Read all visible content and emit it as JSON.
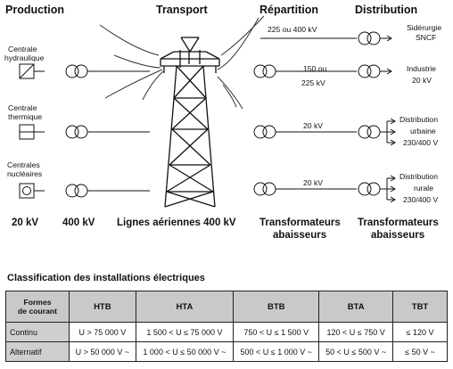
{
  "headers": {
    "production": "Production",
    "transport": "Transport",
    "repartition": "Répartition",
    "distribution": "Distribution"
  },
  "plants": {
    "hydro_line1": "Centrale",
    "hydro_line2": "hydraulique",
    "thermal_line1": "Centrale",
    "thermal_line2": "thermique",
    "nuclear_line1": "Centrales",
    "nuclear_line2": "nucléaires"
  },
  "lines": {
    "row1_voltage": "225 ou 400 kV",
    "row2_voltage_line1": "150 ou",
    "row2_voltage_line2": "225 kV",
    "row3_voltage": "20 kV",
    "row4_voltage": "20 kV"
  },
  "consumers": {
    "row1_line1": "Sidérurgie",
    "row1_line2": "SNCF",
    "row2_line1": "Industrie",
    "row2_line2": "20 kV",
    "row3_line1": "Distribution",
    "row3_line2": "urbaine",
    "row3_line3": "230/400 V",
    "row4_line1": "Distribution",
    "row4_line2": "rurale",
    "row4_line3": "230/400 V"
  },
  "bottom_labels": {
    "v20": "20 kV",
    "v400": "400 kV",
    "aerial": "Lignes aériennes 400 kV",
    "transfo1_line1": "Transformateurs",
    "transfo1_line2": "abaisseurs",
    "transfo2_line1": "Transformateurs",
    "transfo2_line2": "abaisseurs"
  },
  "table": {
    "title": "Classification des installations électriques",
    "header_first_line1": "Formes",
    "header_first_line2": "de courant",
    "columns": [
      "HTB",
      "HTA",
      "BTB",
      "BTA",
      "TBT"
    ],
    "rows": [
      {
        "label": "Continu",
        "cells": [
          "U > 75 000 V",
          "1 500 < U ≤ 75 000 V",
          "750 < U ≤ 1 500 V",
          "120 < U ≤ 750 V",
          "≤ 120 V"
        ]
      },
      {
        "label": "Alternatif",
        "cells": [
          "U > 50 000 V ~",
          "1 000 < U ≤ 50 000 V ~",
          "500 < U ≤ 1 000 V ~",
          "50 < U ≤ 500 V ~",
          "≤ 50 V ~"
        ]
      }
    ]
  }
}
